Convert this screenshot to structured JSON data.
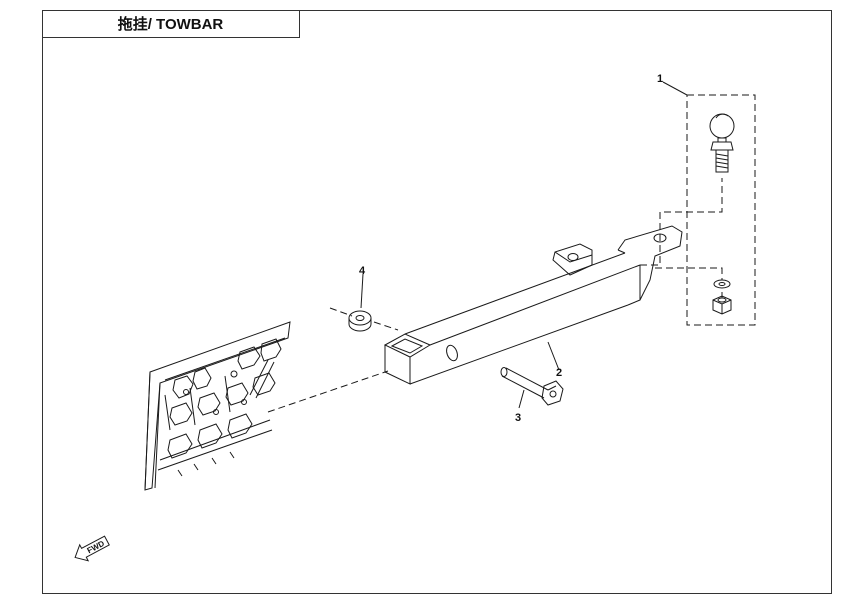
{
  "page": {
    "title": "拖挂/ TOWBAR"
  },
  "callouts": [
    {
      "id": "1",
      "label": "1"
    },
    {
      "id": "2",
      "label": "2"
    },
    {
      "id": "3",
      "label": "3"
    },
    {
      "id": "4",
      "label": "4"
    }
  ],
  "fwd_marker": {
    "label": "FWD"
  },
  "colors": {
    "line": "#1a1a1a",
    "frame": "#333333",
    "background": "#ffffff"
  }
}
